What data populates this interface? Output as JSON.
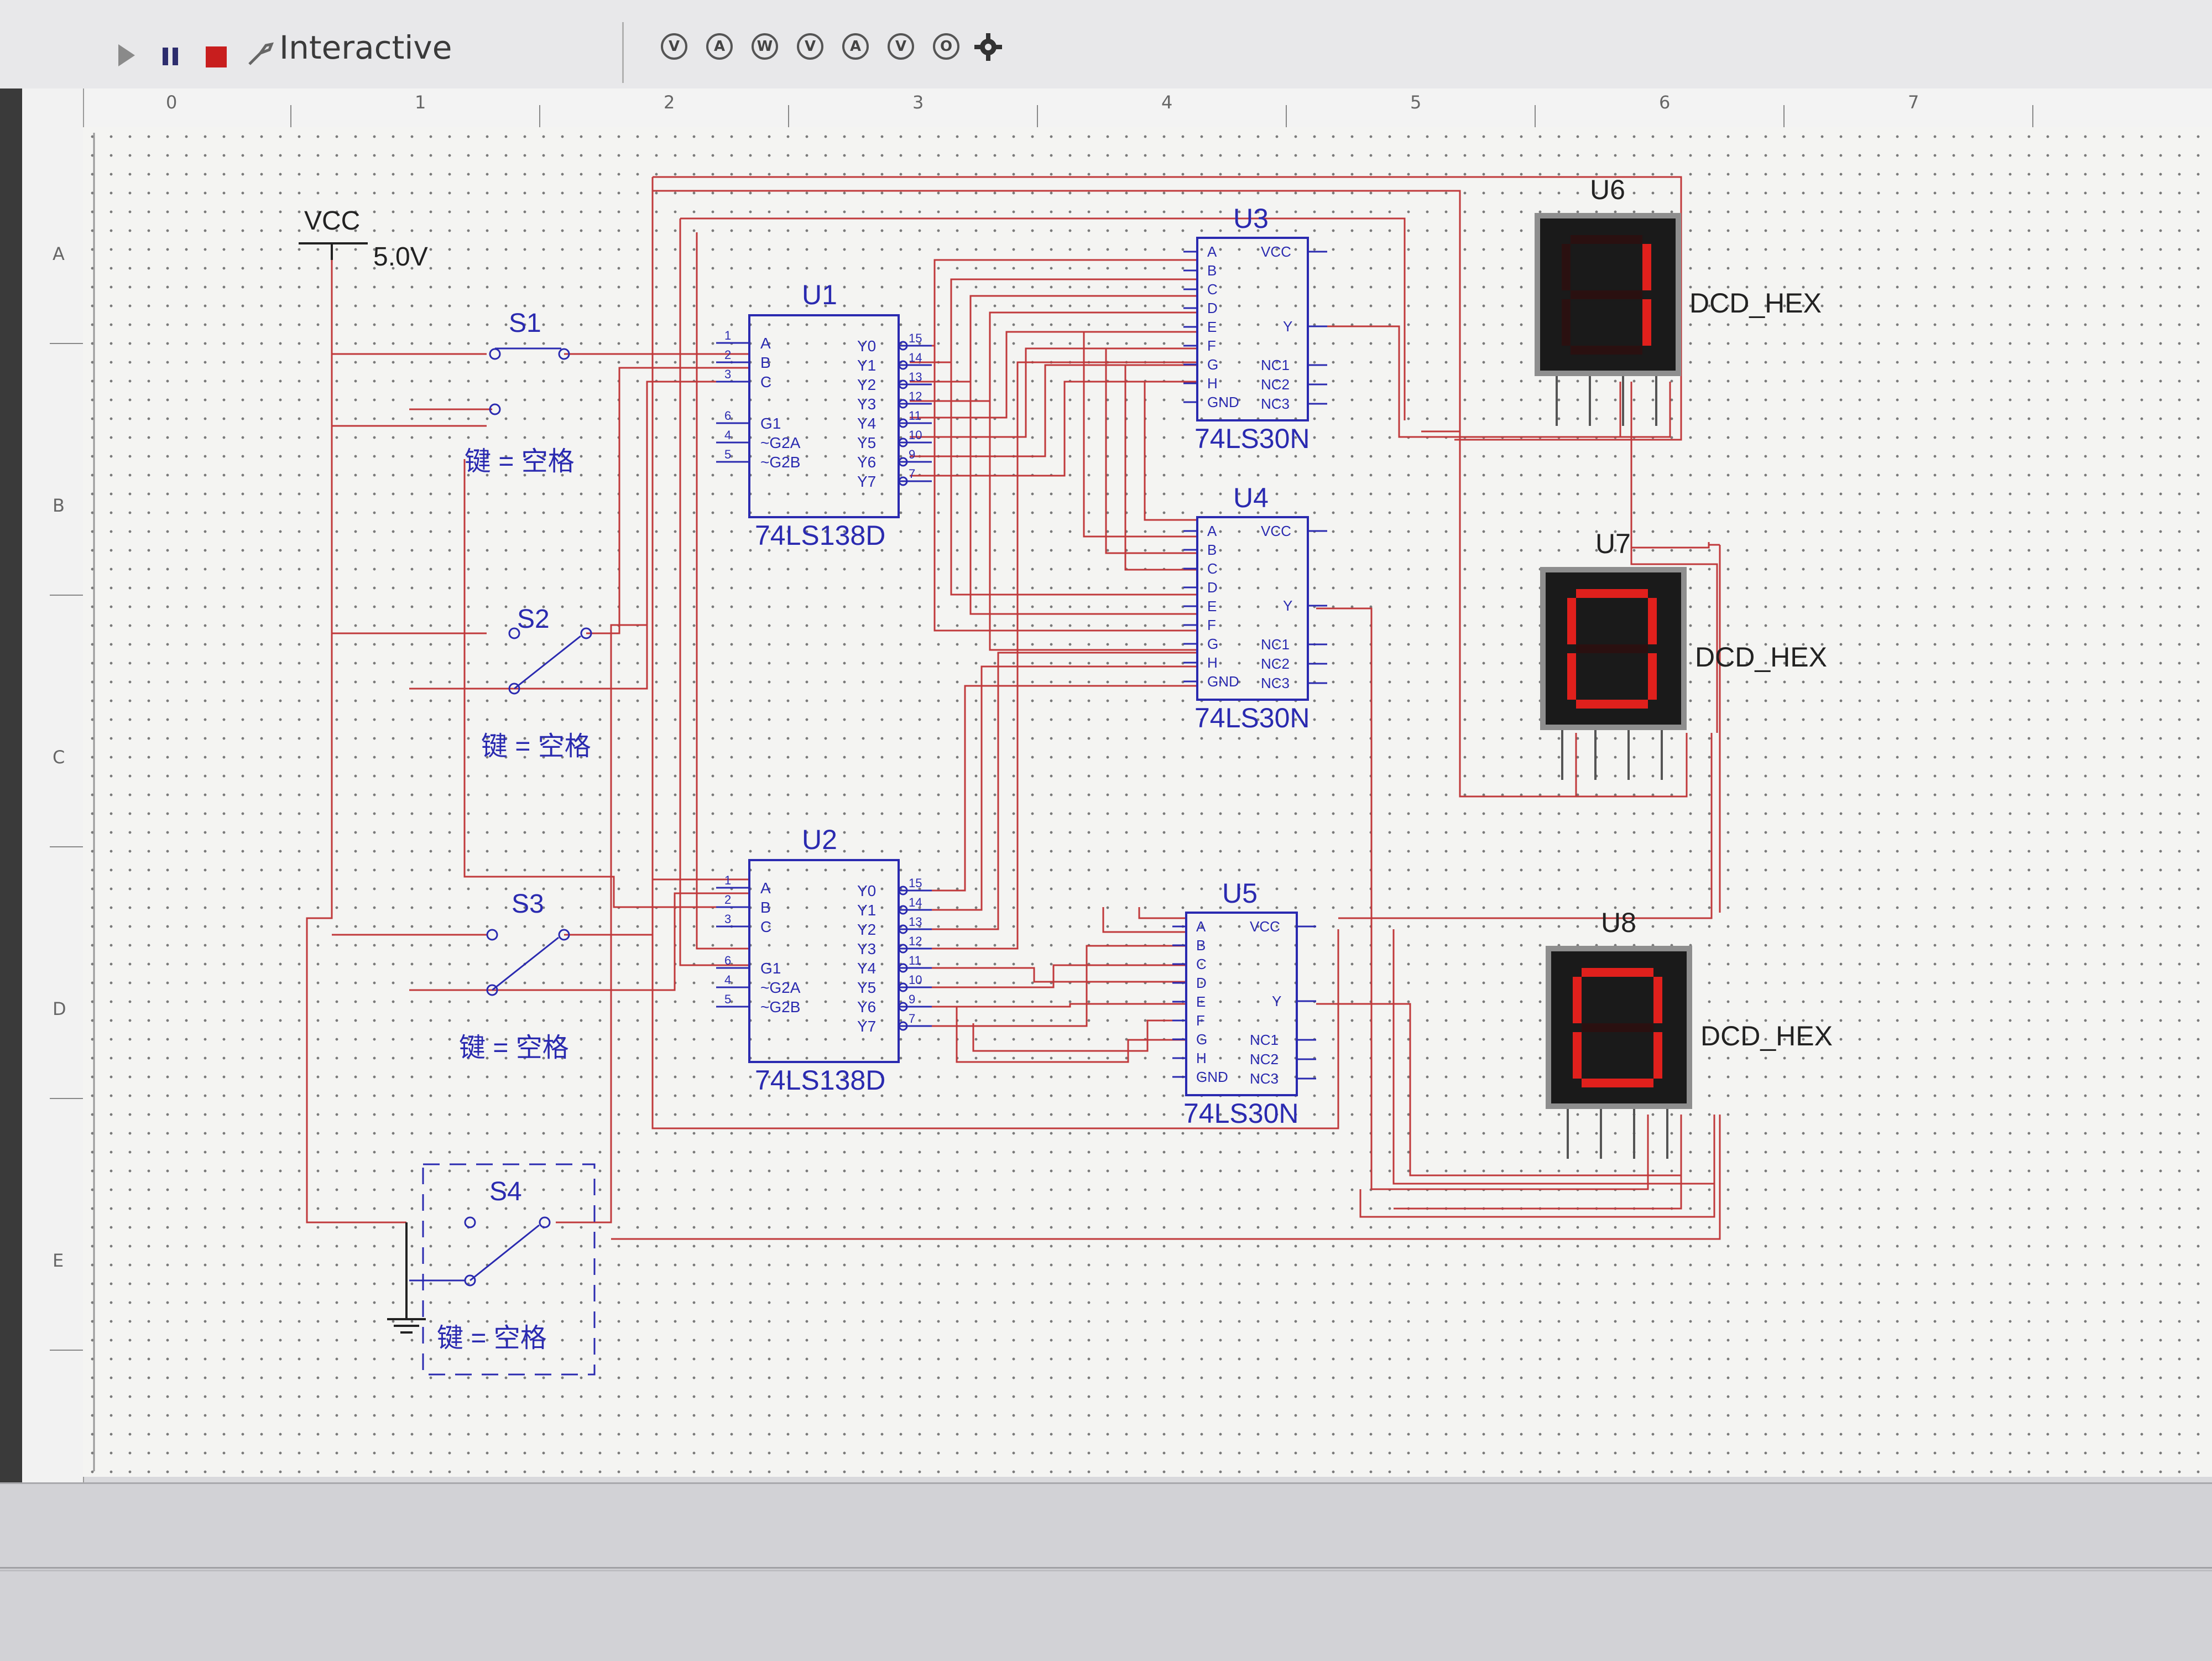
{
  "toolbar": {
    "mode_label": "Interactive",
    "buttons": [
      {
        "name": "run-icon"
      },
      {
        "name": "pause-icon"
      },
      {
        "name": "stop-icon"
      },
      {
        "name": "interactive-icon"
      }
    ],
    "probes": [
      "V",
      "A",
      "W",
      "V",
      "A",
      "V",
      "O"
    ]
  },
  "ruler": {
    "columns": [
      "0",
      "1",
      "2",
      "3",
      "4",
      "5",
      "6",
      "7"
    ],
    "rows": [
      "A",
      "B",
      "C",
      "D",
      "E"
    ]
  },
  "schematic": {
    "vcc": {
      "label": "VCC",
      "voltage": "5.0V"
    },
    "switches": [
      {
        "name": "S1",
        "key_label": "键 = 空格"
      },
      {
        "name": "S2",
        "key_label": "键 = 空格"
      },
      {
        "name": "S3",
        "key_label": "键 = 空格"
      },
      {
        "name": "S4",
        "key_label": "键 = 空格"
      }
    ],
    "decoders": [
      {
        "ref": "U1",
        "part": "74LS138D",
        "pins_left": [
          "A",
          "B",
          "C",
          "G1",
          "~G2A",
          "~G2B"
        ],
        "pins_right": [
          "Y0",
          "Y1",
          "Y2",
          "Y3",
          "Y4",
          "Y5",
          "Y6",
          "Y7"
        ],
        "pin_nums_left": [
          "1",
          "2",
          "3",
          "6",
          "4",
          "5"
        ],
        "pin_nums_right": [
          "15",
          "14",
          "13",
          "12",
          "11",
          "10",
          "9",
          "7"
        ]
      },
      {
        "ref": "U2",
        "part": "74LS138D",
        "pins_left": [
          "A",
          "B",
          "C",
          "G1",
          "~G2A",
          "~G2B"
        ],
        "pins_right": [
          "Y0",
          "Y1",
          "Y2",
          "Y3",
          "Y4",
          "Y5",
          "Y6",
          "Y7"
        ],
        "pin_nums_left": [
          "1",
          "2",
          "3",
          "6",
          "4",
          "5"
        ],
        "pin_nums_right": [
          "15",
          "14",
          "13",
          "12",
          "11",
          "10",
          "9",
          "7"
        ]
      }
    ],
    "nand_gates": [
      {
        "ref": "U3",
        "part": "74LS30N",
        "pins_left": [
          "A",
          "B",
          "C",
          "D",
          "E",
          "F",
          "G",
          "H",
          "GND"
        ],
        "pins_right": [
          "VCC",
          "Y",
          "NC1",
          "NC2",
          "NC3"
        ]
      },
      {
        "ref": "U4",
        "part": "74LS30N",
        "pins_left": [
          "A",
          "B",
          "C",
          "D",
          "E",
          "F",
          "G",
          "H",
          "GND"
        ],
        "pins_right": [
          "VCC",
          "Y",
          "NC1",
          "NC2",
          "NC3"
        ]
      },
      {
        "ref": "U5",
        "part": "74LS30N",
        "pins_left": [
          "A",
          "B",
          "C",
          "D",
          "E",
          "F",
          "G",
          "H",
          "GND"
        ],
        "pins_right": [
          "VCC",
          "Y",
          "NC1",
          "NC2",
          "NC3"
        ]
      }
    ],
    "displays": [
      {
        "ref": "U6",
        "part": "DCD_HEX",
        "digit": "1"
      },
      {
        "ref": "U7",
        "part": "DCD_HEX",
        "digit": "0"
      },
      {
        "ref": "U8",
        "part": "DCD_HEX",
        "digit": "0"
      }
    ]
  },
  "colors": {
    "wire": "#c0393b",
    "component": "#2a2ab0",
    "label": "#222222",
    "segment_on": "#e0201c",
    "display_bg": "#1a1a1a"
  }
}
